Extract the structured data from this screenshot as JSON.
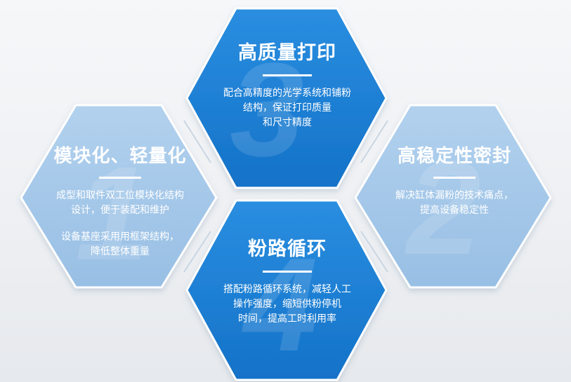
{
  "cards": {
    "top": {
      "number": "3",
      "title": "高质量打印",
      "description": [
        "配合高精度的光学系统和铺粉",
        "结构，保证打印质量",
        "和尺寸精度"
      ]
    },
    "left": {
      "number": "1",
      "title": "模块化、轻量化",
      "paragraphs": [
        [
          "成型和取件双工位模块化结构",
          "设计，便于装配和维护"
        ],
        [
          "设备基座采用用框架结构，",
          "降低整体重量"
        ]
      ]
    },
    "right": {
      "number": "2",
      "title": "高稳定性密封",
      "description": [
        "解决缸体漏粉的技术痛点，",
        "提高设备稳定性"
      ]
    },
    "bottom": {
      "number": "4",
      "title": "粉路循环",
      "description": [
        "搭配粉路循环系统，减轻人工",
        "操作强度，缩短供粉停机",
        "时间，提高工时利用率"
      ]
    }
  },
  "colors": {
    "primary_blue": "#1679d0",
    "primary_blue_light": "#2a8ee0",
    "pale_blue": "#9cc2e6",
    "pale_blue_light": "#b2d1ee",
    "text": "#ffffff",
    "background": "#eef0f3"
  }
}
